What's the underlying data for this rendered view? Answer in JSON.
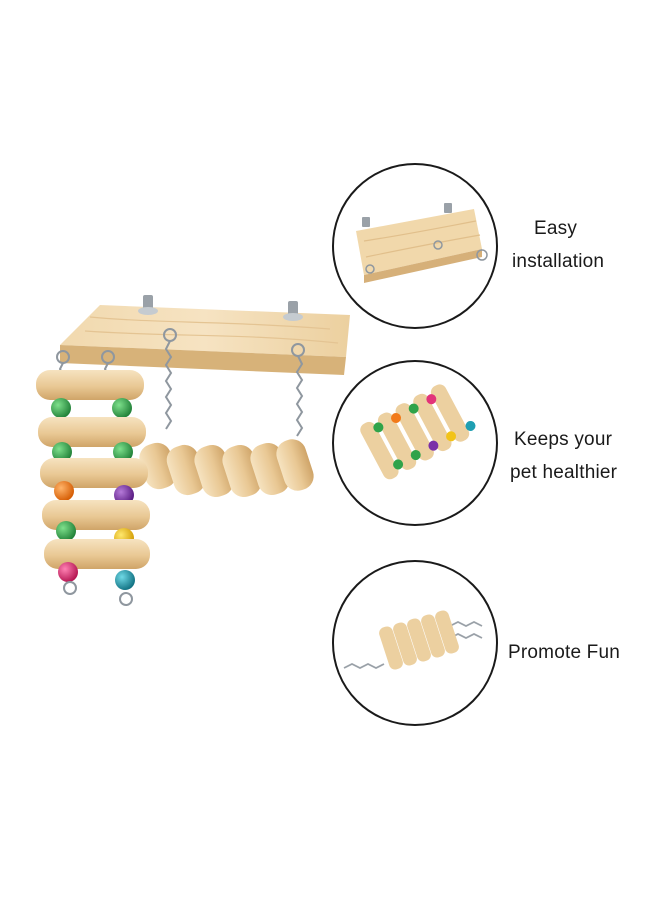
{
  "features": [
    {
      "line1": "Easy",
      "line2": "installation",
      "icon": "platform-icon"
    },
    {
      "line1": "Keeps your",
      "line2": "pet healthier",
      "icon": "ladder-icon"
    },
    {
      "line1": "Promote Fun",
      "icon": "bridge-icon"
    }
  ],
  "colors": {
    "wood_light": "#f2dcb3",
    "wood_mid": "#e6c48e",
    "wood_dark": "#c99f62",
    "outline": "#1a1a1a",
    "bead_green": "#2fa34a",
    "bead_yellow": "#f2c318",
    "bead_orange": "#f27a1a",
    "bead_purple": "#7a2fa8",
    "bead_pink": "#e2337a",
    "bead_teal": "#1f9fb2",
    "chain": "#9aa1a8"
  }
}
